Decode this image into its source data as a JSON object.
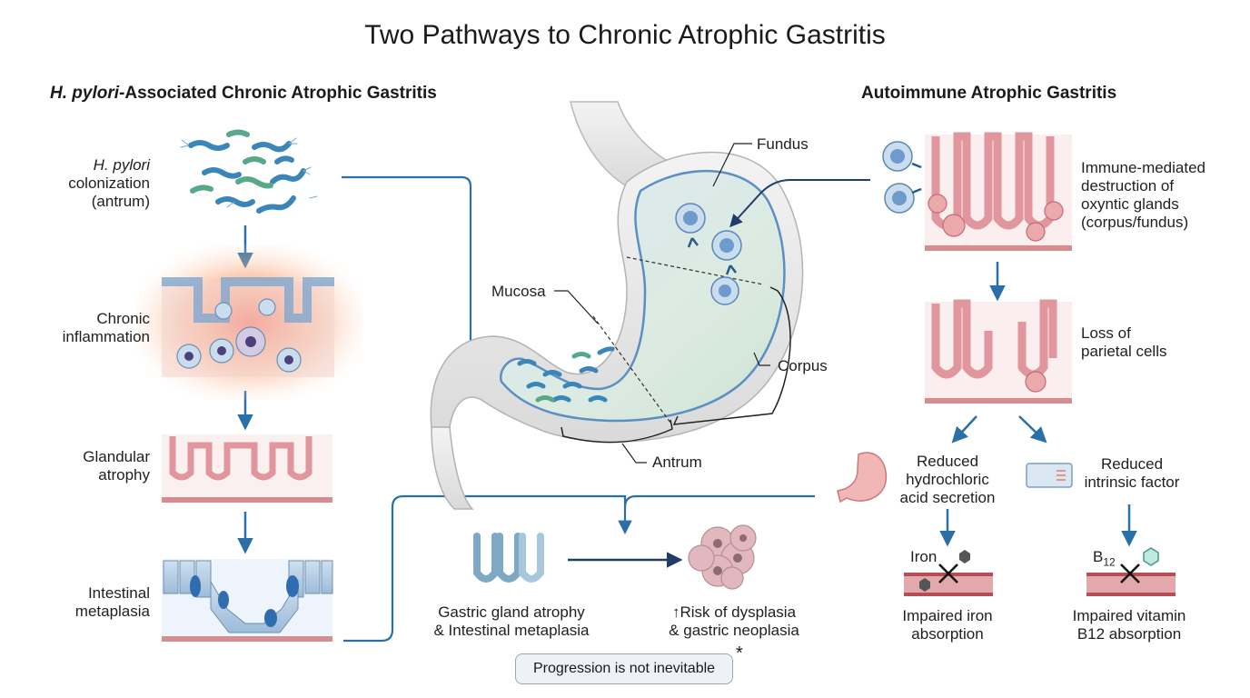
{
  "title": "Two Pathways to Chronic Atrophic Gastritis",
  "left": {
    "heading_italic": "H. pylori",
    "heading_rest": "-Associated Chronic Atrophic Gastritis",
    "steps": [
      {
        "italic": "H. pylori",
        "text": "colonization\n(antrum)"
      },
      {
        "text": "Chronic\ninflammation"
      },
      {
        "text": "Glandular\natrophy"
      },
      {
        "text": "Intestinal\nmetaplasia"
      }
    ]
  },
  "stomach": {
    "fundus": "Fundus",
    "mucosa": "Mucosa",
    "corpus": "Corpus",
    "antrum": "Antrum"
  },
  "right": {
    "heading": "Autoimmune Atrophic Gastritis",
    "step1": "Immune-mediated\ndestruction of\noxyntic glands\n(corpus/fundus)",
    "step2": "Loss of\nparietal cells",
    "acid": "Reduced\nhydrochloric\nacid secretion",
    "intrinsic": "Reduced\nintrinsic factor",
    "iron_label": "Iron",
    "b12_label": "B",
    "b12_sub": "12",
    "iron_outcome": "Impaired iron\nabsorption",
    "b12_outcome": "Impaired vitamin\nB12 absorption"
  },
  "outcome": {
    "gland": "Gastric gland atrophy\n& Intestinal metaplasia",
    "risk": "↑Risk of dysplasia\n& gastric neoplasia",
    "note": "Progression is not inevitable",
    "note_mark": "*"
  },
  "colors": {
    "arrow": "#2a6fa8",
    "mucosa_pink": "#e9a9ad",
    "cell_blue": "#9fc1e2",
    "bacteria_blue": "#3a86b8",
    "bacteria_green": "#5aa88a"
  }
}
